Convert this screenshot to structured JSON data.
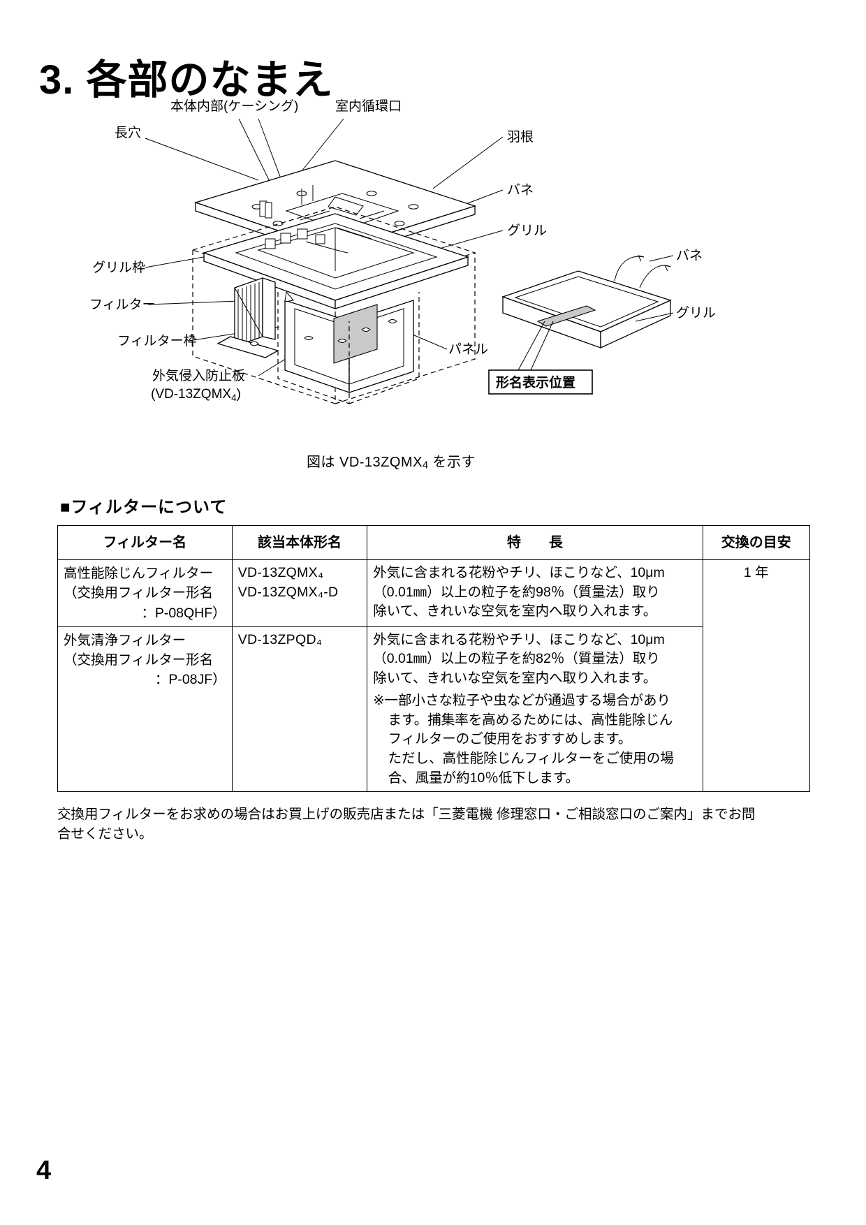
{
  "page": {
    "number": "4",
    "title": "3. 各部のなまえ"
  },
  "diagram": {
    "labels": {
      "nagaana": "長穴",
      "casing": "本体内部(ケーシング)",
      "circulation": "室内循環口",
      "blade": "羽根",
      "spring": "バネ",
      "grille": "グリル",
      "grille_frame": "グリル枠",
      "filter": "フィルター",
      "filter_frame": "フィルター枠",
      "outside_air_plate": "外気侵入防止板",
      "outside_air_plate_model_open": "(VD-13ZQMX",
      "outside_air_plate_model_sub": "4",
      "outside_air_plate_model_close": ")",
      "spring_right": "バネ",
      "grille_right": "グリル",
      "model_position_box": "形名表示位置"
    },
    "caption_pre": "図は VD-13ZQMX",
    "caption_sub": "4",
    "caption_post": " を示す"
  },
  "filter_section": {
    "heading": "■フィルターについて",
    "table": {
      "headers": {
        "name": "フィルター名",
        "model": "該当本体形名",
        "feature": "特　　長",
        "cycle": "交換の目安"
      },
      "rows": [
        {
          "name_line1": "高性能除じんフィルター",
          "name_line2": "（交換用フィルター形名",
          "name_line3": "：P-08QHF）",
          "models": [
            "VD-13ZQMX₄",
            "VD-13ZQMX₄-D"
          ],
          "feature_lines": [
            "外気に含まれる花粉やチリ、ほこりなど、10μm",
            "（0.01㎜）以上の粒子を約98％（質量法）取り",
            "除いて、きれいな空気を室内へ取り入れます。"
          ],
          "note_lines": []
        },
        {
          "name_line1": "外気清浄フィルター",
          "name_line2": "（交換用フィルター形名",
          "name_line3": "：P-08JF）",
          "models": [
            "VD-13ZPQD₄"
          ],
          "feature_lines": [
            "外気に含まれる花粉やチリ、ほこりなど、10μm",
            "（0.01㎜）以上の粒子を約82％（質量法）取り",
            "除いて、きれいな空気を室内へ取り入れます。"
          ],
          "note_lines": [
            "※一部小さな粒子や虫などが通過する場合があり",
            "ます。捕集率を高めるためには、高性能除じん",
            "フィルターのご使用をおすすめします。",
            "ただし、高性能除じんフィルターをご使用の場",
            "合、風量が約10％低下します。"
          ]
        }
      ],
      "cycle_value": "1 年"
    },
    "footer_note_line1": "交換用フィルターをお求めの場合はお買上げの販売店または「三菱電機 修理窓口・ご相談窓口のご案内」までお問",
    "footer_note_line2": "合せください。"
  }
}
